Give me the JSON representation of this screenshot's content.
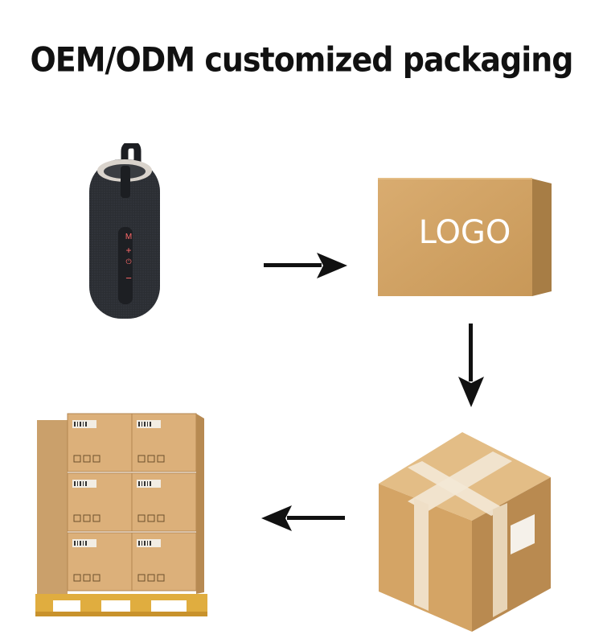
{
  "title": "OEM/ODM customized packaging",
  "box": {
    "logo_text": "LOGO"
  },
  "speaker": {
    "buttons": [
      "M",
      "+",
      "⏻",
      "−"
    ]
  },
  "colors": {
    "cardboard": "#d7aa6c",
    "cardboard_dark": "#b98a50",
    "speaker_body": "#2b2e33",
    "speaker_accent": "#ff6a6a",
    "arrow": "#111111",
    "pallet": "#e0ad3f"
  },
  "icons": [
    "arrow-right-icon",
    "arrow-down-icon",
    "arrow-left-icon"
  ]
}
